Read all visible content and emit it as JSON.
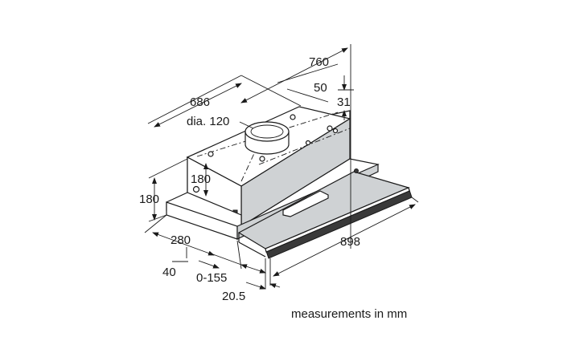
{
  "dimensions": {
    "width_760": "760",
    "depth_686": "686",
    "offset_50": "50",
    "offset_31": "31",
    "duct_dia": "dia. 120",
    "inner_height_180": "180",
    "outer_height_180": "180",
    "depth_280": "280",
    "lip_40": "40",
    "extension_range": "0-155",
    "front_20_5": "20.5",
    "front_width_898": "898"
  },
  "footnote": "measurements in mm"
}
